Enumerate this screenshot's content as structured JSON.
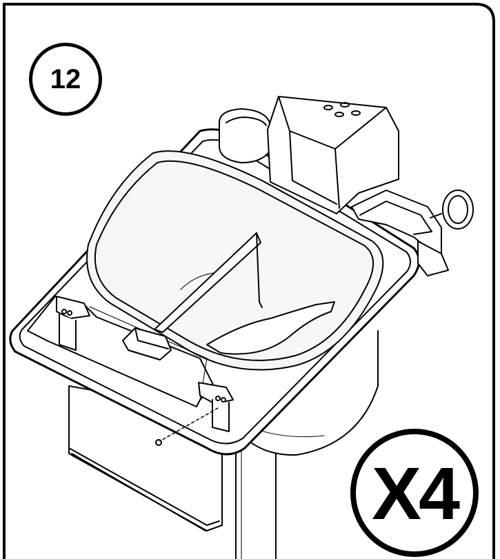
{
  "step": {
    "number": "12"
  },
  "quantity": {
    "label": "X4"
  },
  "colors": {
    "line": "#000000",
    "background": "#ffffff",
    "shade": "#f2f2f2"
  },
  "parts": {
    "tray": "tray",
    "cup_holder": "cup-holder",
    "clip": "mounting-clip",
    "pole": "support-pole",
    "bracket": "back-bracket",
    "knob": "clamp-knob"
  }
}
